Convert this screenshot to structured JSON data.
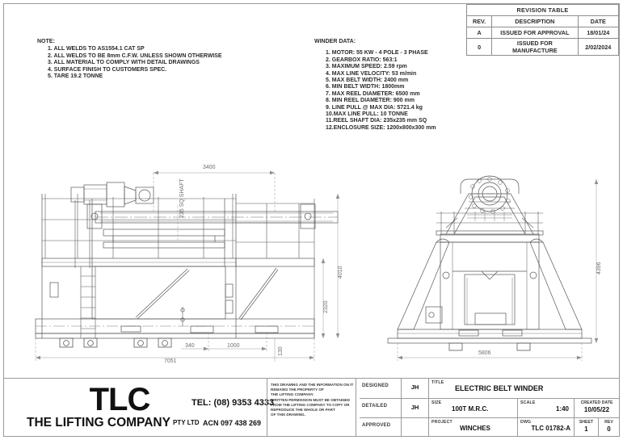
{
  "revision_table": {
    "title": "REVISION TABLE",
    "headers": [
      "REV.",
      "DESCRIPTION",
      "DATE"
    ],
    "rows": [
      {
        "rev": "A",
        "description": "ISSUED FOR APPROVAL",
        "date": "18/01/24"
      },
      {
        "rev": "0",
        "description": "ISSUED FOR MANUFACTURE",
        "date": "2/02/2024"
      }
    ]
  },
  "notes": {
    "heading": "NOTE:",
    "items": [
      "1. ALL WELDS TO AS1554.1 CAT SP",
      "2. ALL WELDS TO BE 8mm C.F.W. UNLESS SHOWN OTHERWISE",
      "3. ALL MATERIAL TO COMPLY WITH DETAIL DRAWINGS",
      "4. SURFACE FINISH TO CUSTOMERS SPEC.",
      "5. TARE 19.2 TONNE"
    ]
  },
  "winder_data": {
    "heading": "WINDER DATA:",
    "items": [
      "1.  MOTOR: 55 KW - 4 POLE - 3 PHASE",
      "2.  GEARBOX RATIO: 563:1",
      "3.  MAXIMUM SPEED:  2.59 rpm",
      "4.  MAX LINE VELOCITY: 53 m/min",
      "5.  MAX BELT WIDTH: 2400 mm",
      "6.  MIN BELT WIDTH: 1800mm",
      "7.  MAX REEL DIAMETER: 6500 mm",
      "8.  MIN REEL DIAMETER: 900 mm",
      "9.  LINE PULL @ MAX DIA: 5721.4 kg",
      "10.MAX LINE PULL: 10 TONNE",
      "11.REEL SHAFT DIA: 235x235 mm SQ",
      "12.ENCLOSURE SIZE: 1200x800x300 mm"
    ]
  },
  "dimensions": {
    "width_3400": "3400",
    "shaft_label": "235 SQ SHAFT",
    "height_4010": "4010",
    "height_2320": "2320",
    "offset_340": "340",
    "span_1000": "1000",
    "height_130": "130",
    "overall_length_7051": "7051",
    "end_width_5806": "5806",
    "end_height_4396": "4396"
  },
  "company": {
    "logo_main": "TLC",
    "logo_sub": "THE LIFTING COMPANY",
    "logo_suffix": "PTY LTD",
    "tel": "TEL: (08) 9353 4333",
    "acn": "ACN 097 438 269"
  },
  "disclaimer": [
    "THIS DRAWING AND THE INFORMATION ON IT",
    "REMAINS THE PROPERTY OF",
    "THE LIFTING COMPANY.",
    "WRITTEN PERMISSION MUST BE OBTAINED",
    "FROM THE LIFTING COMPANY TO COPY OR",
    "REPRODUCE THE WHOLE OR PART",
    "OF THIS DRAWING."
  ],
  "title_block": {
    "designed_label": "DESIGNED",
    "designed_value": "JH",
    "detailed_label": "DETAILED",
    "detailed_value": "JH",
    "approved_label": "APPROVED",
    "approved_value": "",
    "title_label": "TITLE",
    "title_value": "ELECTRIC BELT WINDER",
    "size_label": "SIZE",
    "size_value": "100T M.R.C.",
    "scale_label": "SCALE",
    "scale_value": "1:40",
    "created_date_label": "CREATED DATE",
    "created_date_value": "10/05/22",
    "project_label": "PROJECT",
    "project_value": "WINCHES",
    "dwg_label": "DWG",
    "dwg_value": "TLC 01782-A",
    "sheet_label": "SHEET",
    "sheet_value": "1",
    "rev_label": "REV",
    "rev_value": "0"
  }
}
